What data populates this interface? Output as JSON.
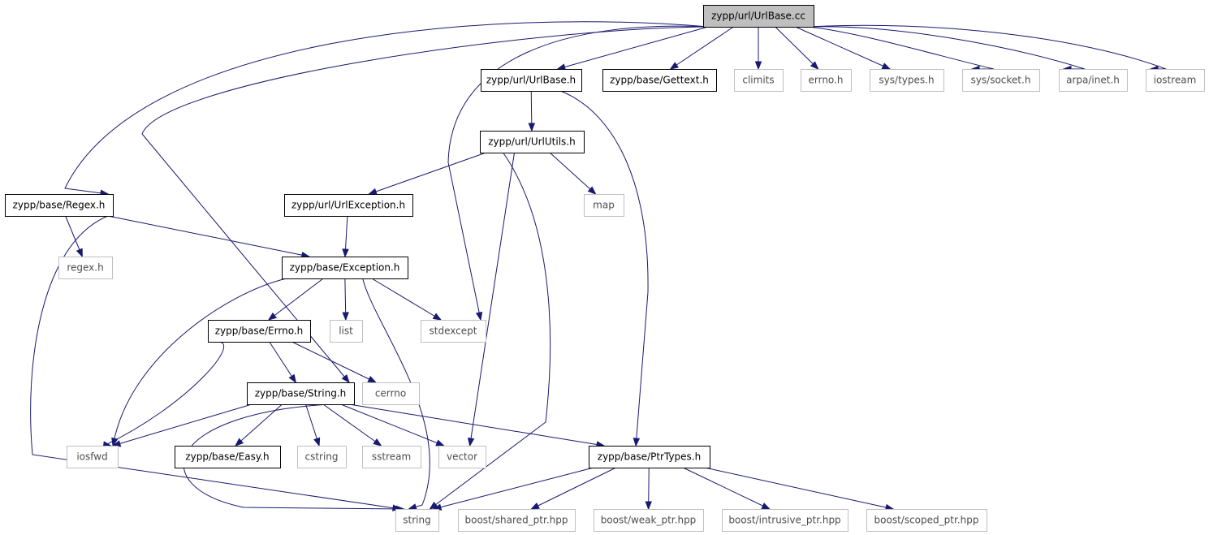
{
  "graph": {
    "root": "n_urlbase_cc",
    "colors": {
      "edge": "#191970",
      "root_fill": "#bfbfbf",
      "project_border": "#000000",
      "external_border": "#bfbfbf",
      "external_text": "#4d4d4d"
    },
    "nodes": [
      {
        "id": "n_urlbase_cc",
        "label": "zypp/url/UrlBase.cc",
        "kind": "root"
      },
      {
        "id": "n_urlbase_h",
        "label": "zypp/url/UrlBase.h",
        "kind": "project"
      },
      {
        "id": "n_gettext_h",
        "label": "zypp/base/Gettext.h",
        "kind": "project"
      },
      {
        "id": "n_climits",
        "label": "climits",
        "kind": "external"
      },
      {
        "id": "n_errno_h",
        "label": "errno.h",
        "kind": "external"
      },
      {
        "id": "n_sys_types",
        "label": "sys/types.h",
        "kind": "external"
      },
      {
        "id": "n_sys_socket",
        "label": "sys/socket.h",
        "kind": "external"
      },
      {
        "id": "n_arpa_inet",
        "label": "arpa/inet.h",
        "kind": "external"
      },
      {
        "id": "n_iostream",
        "label": "iostream",
        "kind": "external"
      },
      {
        "id": "n_urlutils_h",
        "label": "zypp/url/UrlUtils.h",
        "kind": "project"
      },
      {
        "id": "n_regex_base",
        "label": "zypp/base/Regex.h",
        "kind": "project"
      },
      {
        "id": "n_urlexception_h",
        "label": "zypp/url/UrlException.h",
        "kind": "project"
      },
      {
        "id": "n_map",
        "label": "map",
        "kind": "external"
      },
      {
        "id": "n_regex_h",
        "label": "regex.h",
        "kind": "external"
      },
      {
        "id": "n_exception_h",
        "label": "zypp/base/Exception.h",
        "kind": "project"
      },
      {
        "id": "n_errno_base",
        "label": "zypp/base/Errno.h",
        "kind": "project"
      },
      {
        "id": "n_list",
        "label": "list",
        "kind": "external"
      },
      {
        "id": "n_stdexcept",
        "label": "stdexcept",
        "kind": "external"
      },
      {
        "id": "n_string_base",
        "label": "zypp/base/String.h",
        "kind": "project"
      },
      {
        "id": "n_cerrno",
        "label": "cerrno",
        "kind": "external"
      },
      {
        "id": "n_iosfwd",
        "label": "iosfwd",
        "kind": "external"
      },
      {
        "id": "n_easy_h",
        "label": "zypp/base/Easy.h",
        "kind": "project"
      },
      {
        "id": "n_cstring",
        "label": "cstring",
        "kind": "external"
      },
      {
        "id": "n_sstream",
        "label": "sstream",
        "kind": "external"
      },
      {
        "id": "n_vector",
        "label": "vector",
        "kind": "external"
      },
      {
        "id": "n_ptrtypes_h",
        "label": "zypp/base/PtrTypes.h",
        "kind": "project"
      },
      {
        "id": "n_string",
        "label": "string",
        "kind": "external"
      },
      {
        "id": "n_shared_ptr",
        "label": "boost/shared_ptr.hpp",
        "kind": "external"
      },
      {
        "id": "n_weak_ptr",
        "label": "boost/weak_ptr.hpp",
        "kind": "external"
      },
      {
        "id": "n_intrusive_ptr",
        "label": "boost/intrusive_ptr.hpp",
        "kind": "external"
      },
      {
        "id": "n_scoped_ptr",
        "label": "boost/scoped_ptr.hpp",
        "kind": "external"
      }
    ],
    "edges": [
      {
        "from": "n_urlbase_cc",
        "to": "n_urlbase_h"
      },
      {
        "from": "n_urlbase_cc",
        "to": "n_gettext_h"
      },
      {
        "from": "n_urlbase_cc",
        "to": "n_climits"
      },
      {
        "from": "n_urlbase_cc",
        "to": "n_errno_h"
      },
      {
        "from": "n_urlbase_cc",
        "to": "n_sys_types"
      },
      {
        "from": "n_urlbase_cc",
        "to": "n_sys_socket"
      },
      {
        "from": "n_urlbase_cc",
        "to": "n_arpa_inet"
      },
      {
        "from": "n_urlbase_cc",
        "to": "n_iostream"
      },
      {
        "from": "n_urlbase_cc",
        "to": "n_regex_base"
      },
      {
        "from": "n_urlbase_cc",
        "to": "n_string_base"
      },
      {
        "from": "n_urlbase_cc",
        "to": "n_stdexcept"
      },
      {
        "from": "n_urlbase_h",
        "to": "n_urlutils_h"
      },
      {
        "from": "n_urlbase_h",
        "to": "n_ptrtypes_h"
      },
      {
        "from": "n_urlutils_h",
        "to": "n_urlexception_h"
      },
      {
        "from": "n_urlutils_h",
        "to": "n_map"
      },
      {
        "from": "n_urlutils_h",
        "to": "n_vector"
      },
      {
        "from": "n_urlutils_h",
        "to": "n_string"
      },
      {
        "from": "n_regex_base",
        "to": "n_regex_h"
      },
      {
        "from": "n_regex_base",
        "to": "n_exception_h"
      },
      {
        "from": "n_regex_base",
        "to": "n_string"
      },
      {
        "from": "n_urlexception_h",
        "to": "n_exception_h"
      },
      {
        "from": "n_exception_h",
        "to": "n_errno_base"
      },
      {
        "from": "n_exception_h",
        "to": "n_list"
      },
      {
        "from": "n_exception_h",
        "to": "n_stdexcept"
      },
      {
        "from": "n_exception_h",
        "to": "n_iosfwd"
      },
      {
        "from": "n_exception_h",
        "to": "n_string"
      },
      {
        "from": "n_errno_base",
        "to": "n_string_base"
      },
      {
        "from": "n_errno_base",
        "to": "n_cerrno"
      },
      {
        "from": "n_errno_base",
        "to": "n_iosfwd"
      },
      {
        "from": "n_string_base",
        "to": "n_iosfwd"
      },
      {
        "from": "n_string_base",
        "to": "n_easy_h"
      },
      {
        "from": "n_string_base",
        "to": "n_cstring"
      },
      {
        "from": "n_string_base",
        "to": "n_sstream"
      },
      {
        "from": "n_string_base",
        "to": "n_vector"
      },
      {
        "from": "n_string_base",
        "to": "n_ptrtypes_h"
      },
      {
        "from": "n_string_base",
        "to": "n_string"
      },
      {
        "from": "n_ptrtypes_h",
        "to": "n_string"
      },
      {
        "from": "n_ptrtypes_h",
        "to": "n_shared_ptr"
      },
      {
        "from": "n_ptrtypes_h",
        "to": "n_weak_ptr"
      },
      {
        "from": "n_ptrtypes_h",
        "to": "n_intrusive_ptr"
      },
      {
        "from": "n_ptrtypes_h",
        "to": "n_scoped_ptr"
      }
    ]
  }
}
